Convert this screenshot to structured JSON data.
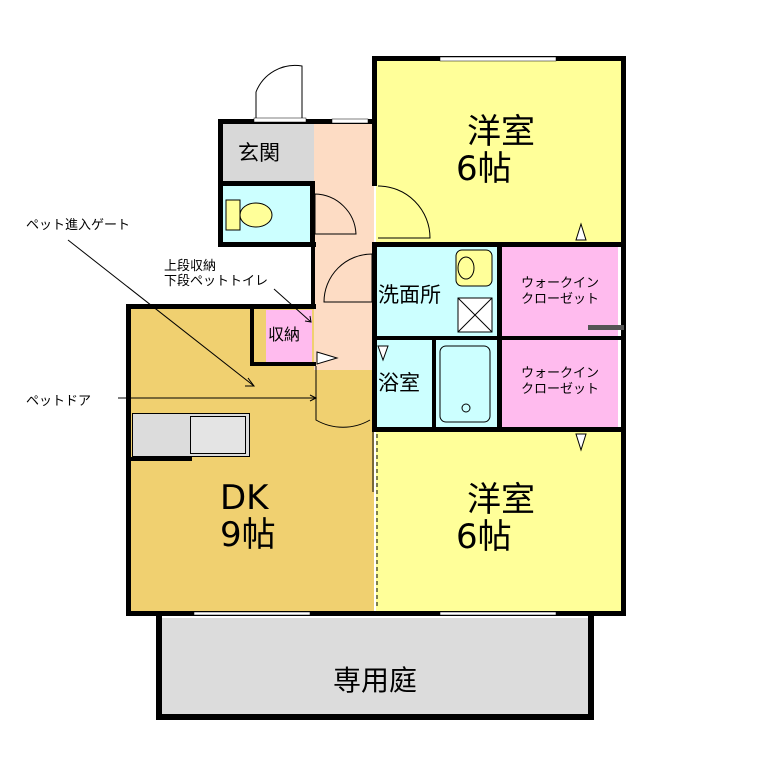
{
  "rooms": {
    "western_room_top": {
      "name": "洋室",
      "size": "6帖"
    },
    "western_room_bottom": {
      "name": "洋室",
      "size": "6帖"
    },
    "dining_kitchen": {
      "name": "DK",
      "size": "9帖"
    },
    "entrance": {
      "name": "玄関"
    },
    "washroom": {
      "name": "洗面所"
    },
    "bathroom": {
      "name": "浴室"
    },
    "storage": {
      "name": "収納"
    },
    "walk_in_closet_top": {
      "line1": "ウォークイン",
      "line2": "クローゼット"
    },
    "walk_in_closet_bottom": {
      "line1": "ウォークイン",
      "line2": "クローゼット"
    },
    "private_garden": {
      "name": "専用庭"
    }
  },
  "annotations": {
    "pet_gate": "ペット進入ゲート",
    "storage_note_line1": "上段収納",
    "storage_note_line2": "下段ペットトイレ",
    "pet_door": "ペットドア"
  },
  "colors": {
    "western_room": "#ffff99",
    "dining_kitchen": "#f0d070",
    "hallway": "#fddcc4",
    "wet_area": "#ccffff",
    "closet": "#ffbbee",
    "entrance": "#d8d8d8",
    "garden": "#dcdcdc",
    "wall": "#000000"
  }
}
